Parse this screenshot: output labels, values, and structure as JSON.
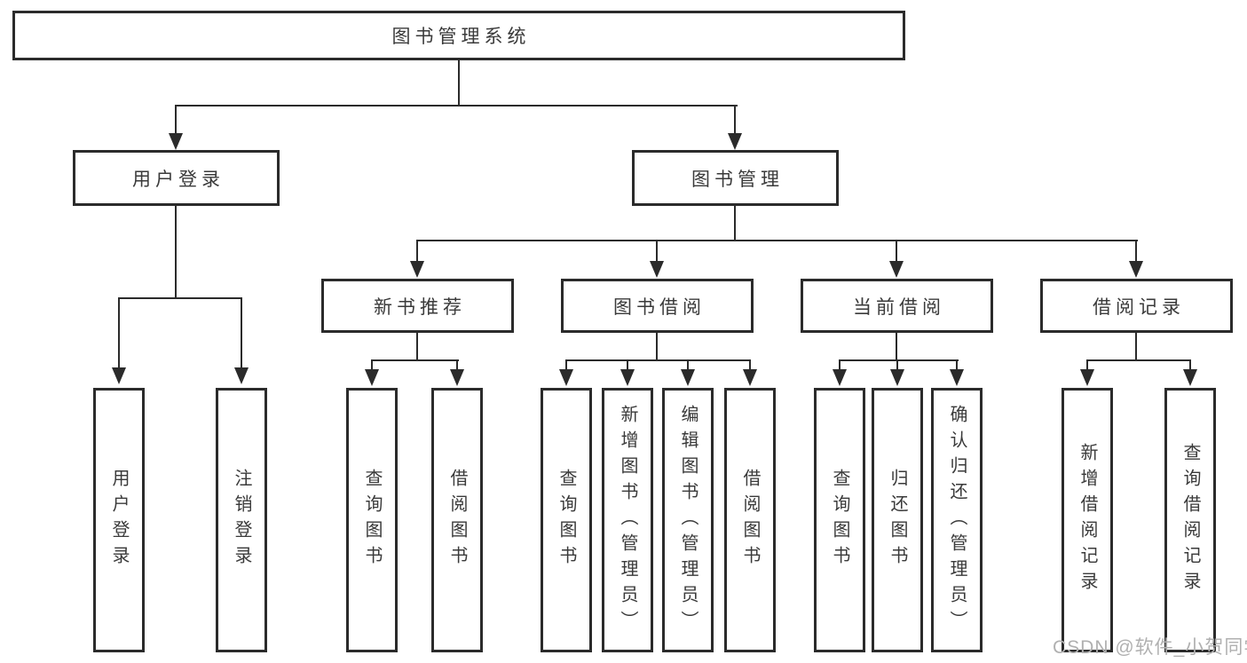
{
  "tree": {
    "root": "图书管理系统",
    "level2": [
      {
        "label": "用户登录",
        "children": [
          {
            "label": "用户登录"
          },
          {
            "label": "注销登录"
          }
        ]
      },
      {
        "label": "图书管理",
        "children": [
          {
            "label": "新书推荐",
            "children": [
              {
                "label": "查询图书"
              },
              {
                "label": "借阅图书"
              }
            ]
          },
          {
            "label": "图书借阅",
            "children": [
              {
                "label": "查询图书"
              },
              {
                "label": "新增图书（管理员）"
              },
              {
                "label": "编辑图书（管理员）"
              },
              {
                "label": "借阅图书"
              }
            ]
          },
          {
            "label": "当前借阅",
            "children": [
              {
                "label": "查询图书"
              },
              {
                "label": "归还图书"
              },
              {
                "label": "确认归还（管理员）"
              }
            ]
          },
          {
            "label": "借阅记录",
            "children": [
              {
                "label": "新增借阅记录"
              },
              {
                "label": "查询借阅记录"
              }
            ]
          }
        ]
      }
    ]
  },
  "watermark": "CSDN @软件_小贺同学",
  "colors": {
    "line": "#2b2b2b",
    "text": "#3a3a3a",
    "watermark": "#b0b0b0",
    "background": "#ffffff"
  }
}
